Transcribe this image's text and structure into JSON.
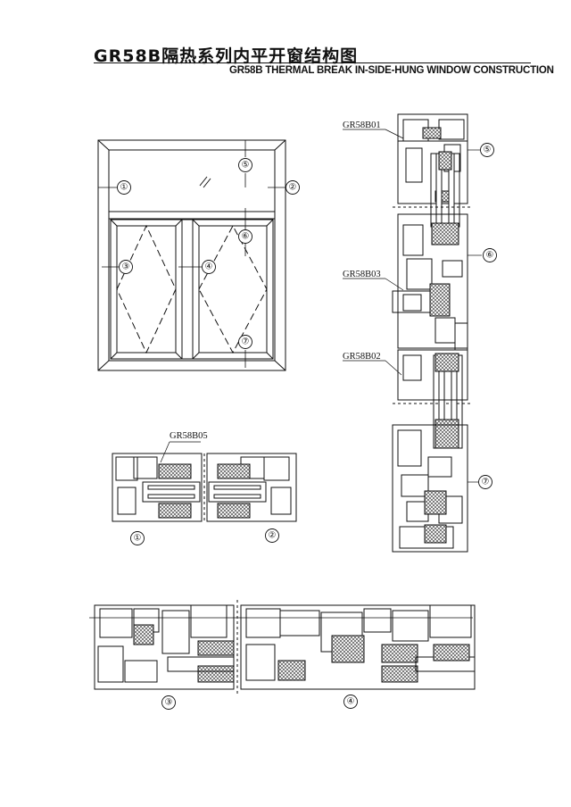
{
  "title": {
    "cn": "GR58B隔热系列内平开窗结构图",
    "en": "GR58B THERMAL BREAK IN-SIDE-HUNG WINDOW CONSTRUCTION"
  },
  "codes": {
    "b01": "GR58B01",
    "b03": "GR58B03",
    "b02": "GR58B02",
    "b05": "GR58B05"
  },
  "markers": {
    "m1": "1",
    "m2": "2",
    "m3": "3",
    "m4": "4",
    "m5": "5",
    "m6": "6",
    "m7": "7"
  },
  "colors": {
    "line": "#111111",
    "insulation": "#9a9a9a"
  }
}
